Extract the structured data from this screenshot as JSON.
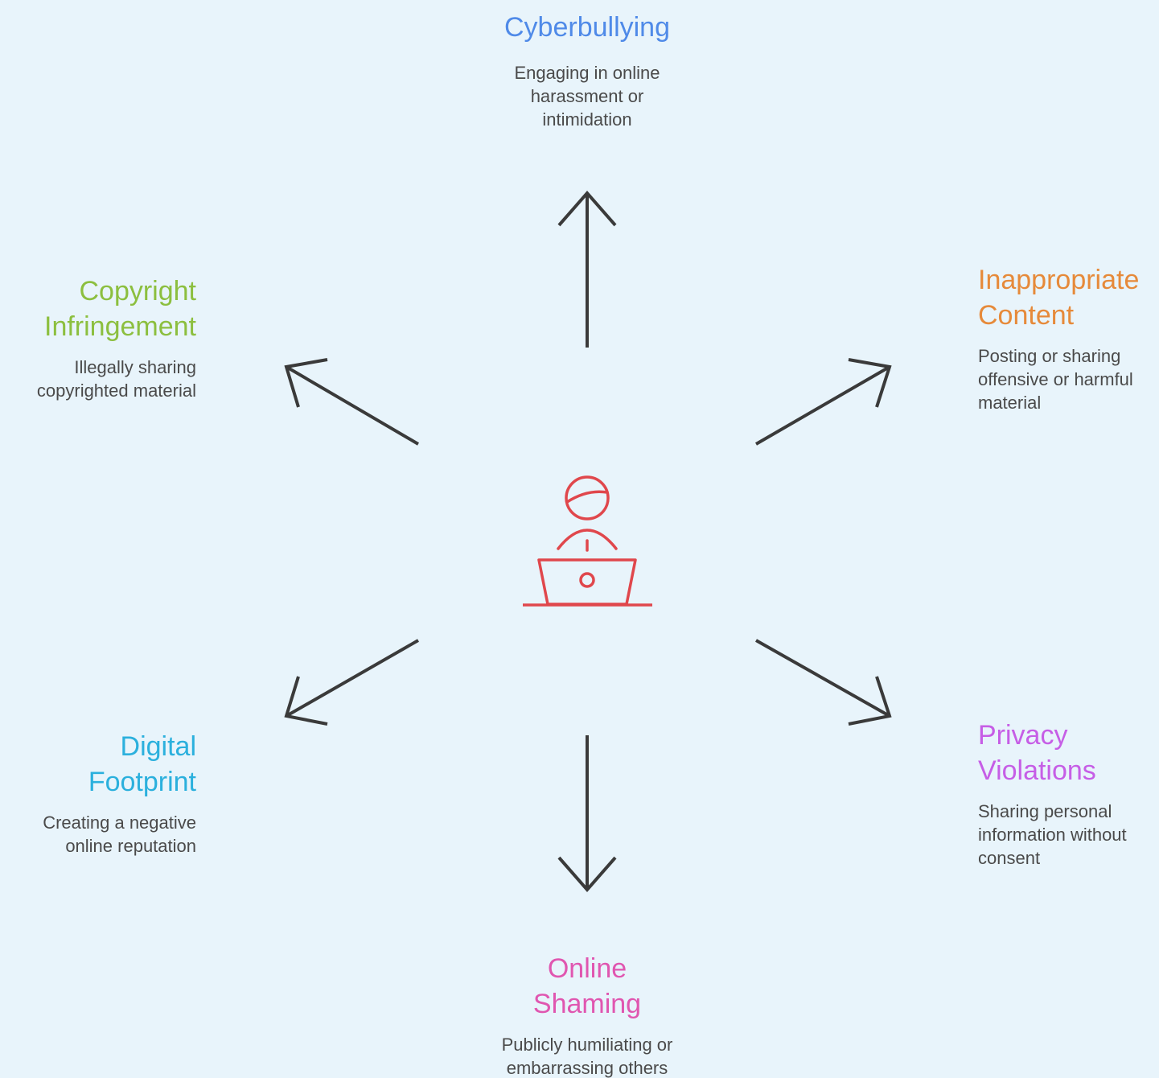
{
  "colors": {
    "background": "#e8f4fb",
    "arrow": "#3a3a3a",
    "center_icon": "#e0474c",
    "description_text": "#4a4a4a"
  },
  "center": {
    "icon": "person-at-laptop-icon"
  },
  "nodes": {
    "cyberbullying": {
      "title": "Cyberbullying",
      "description": "Engaging in online\nharassment or\nintimidation",
      "color": "#4f8ae8"
    },
    "inappropriate": {
      "title": "Inappropriate\nContent",
      "description": "Posting or sharing\noffensive or harmful\nmaterial",
      "color": "#e68a3a"
    },
    "copyright": {
      "title": "Copyright\nInfringement",
      "description": "Illegally sharing\ncopyrighted material",
      "color": "#8cbf3f"
    },
    "digital": {
      "title": "Digital\nFootprint",
      "description": "Creating a negative\nonline reputation",
      "color": "#2bb0dd"
    },
    "privacy": {
      "title": "Privacy\nViolations",
      "description": "Sharing personal\ninformation without\nconsent",
      "color": "#c65ee6"
    },
    "shaming": {
      "title": "Online\nShaming",
      "description": "Publicly humiliating or\nembarrassing others",
      "color": "#e056b0"
    }
  }
}
